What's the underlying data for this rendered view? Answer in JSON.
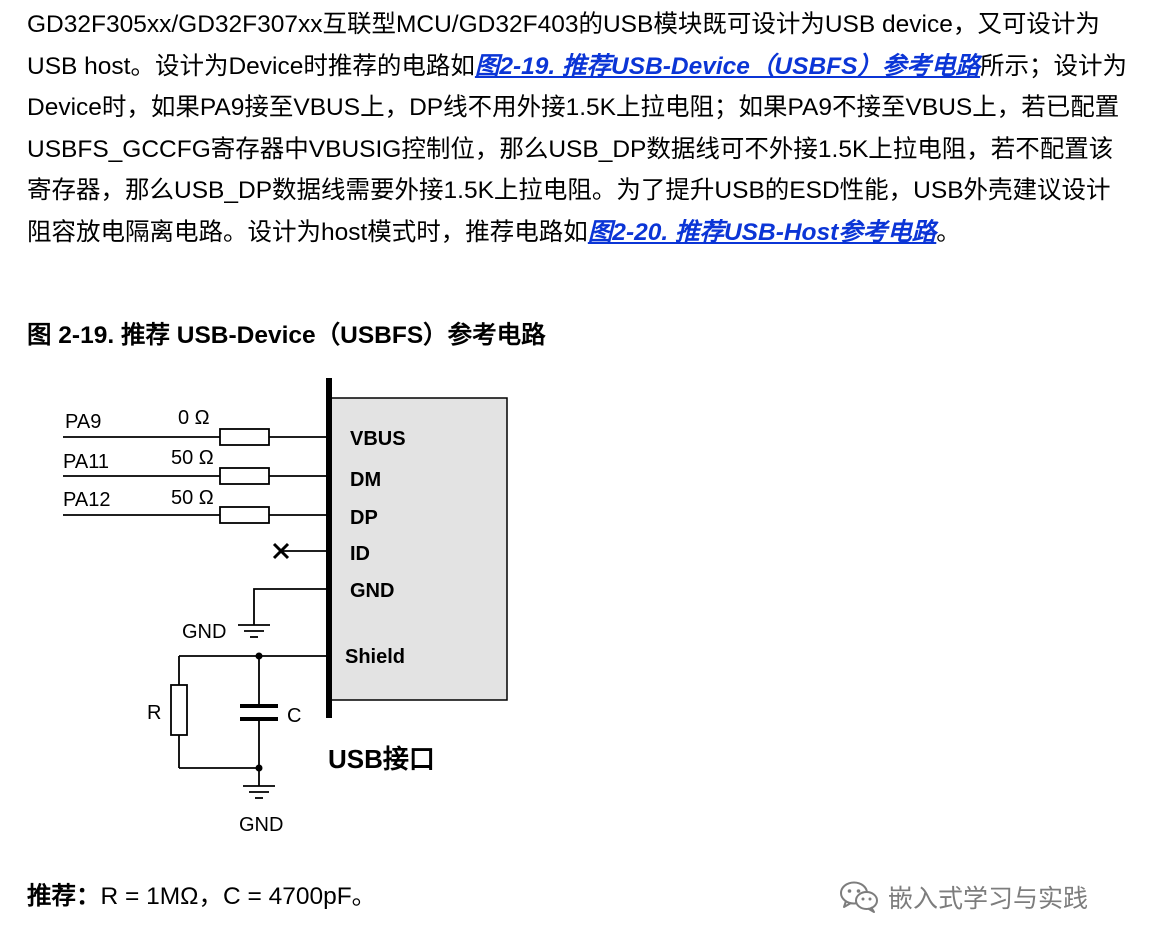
{
  "paragraph": {
    "t1": "GD32F305xx/GD32F307xx互联型MCU/GD32F403的USB模块既可设计为USB device，又可设计为USB host。设计为Device时推荐的电路如",
    "link1": "图2-19. 推荐USB-Device（USBFS）参考电路",
    "t2": "所示；设计为Device时，如果PA9接至VBUS上，DP线不用外接1.5K上拉电阻；如果PA9不接至VBUS上，若已配置USBFS_GCCFG寄存器中VBUSIG控制位，那么USB_DP数据线可不外接1.5K上拉电阻，若不配置该寄存器，那么USB_DP数据线需要外接1.5K上拉电阻。为了提升USB的ESD性能，USB外壳建议设计阻容放电隔离电路。设计为host模式时，推荐电路如",
    "link2": "图2-20. 推荐USB-Host参考电路",
    "t3": "。"
  },
  "figure": {
    "title": "图 2-19.  推荐 USB-Device（USBFS）参考电路",
    "signals": [
      {
        "name": "PA9",
        "resistor": "0 Ω",
        "pin": "VBUS"
      },
      {
        "name": "PA11",
        "resistor": "50 Ω",
        "pin": "DM"
      },
      {
        "name": "PA12",
        "resistor": "50 Ω",
        "pin": "DP"
      }
    ],
    "pins": {
      "id": "ID",
      "gnd": "GND",
      "shield": "Shield"
    },
    "gnd_label": "GND",
    "gnd_label_bottom": "GND",
    "r_label": "R",
    "c_label": "C",
    "connector_label": "USB接口"
  },
  "recommend": {
    "label": "推荐：",
    "value": "R = 1MΩ，C = 4700pF。"
  },
  "watermark": {
    "text": "嵌入式学习与实践",
    "icon": "wechat-icon",
    "color": "#7d7d7d"
  },
  "colors": {
    "link": "#0b35d6",
    "connector_fill": "#e3e3e3"
  }
}
